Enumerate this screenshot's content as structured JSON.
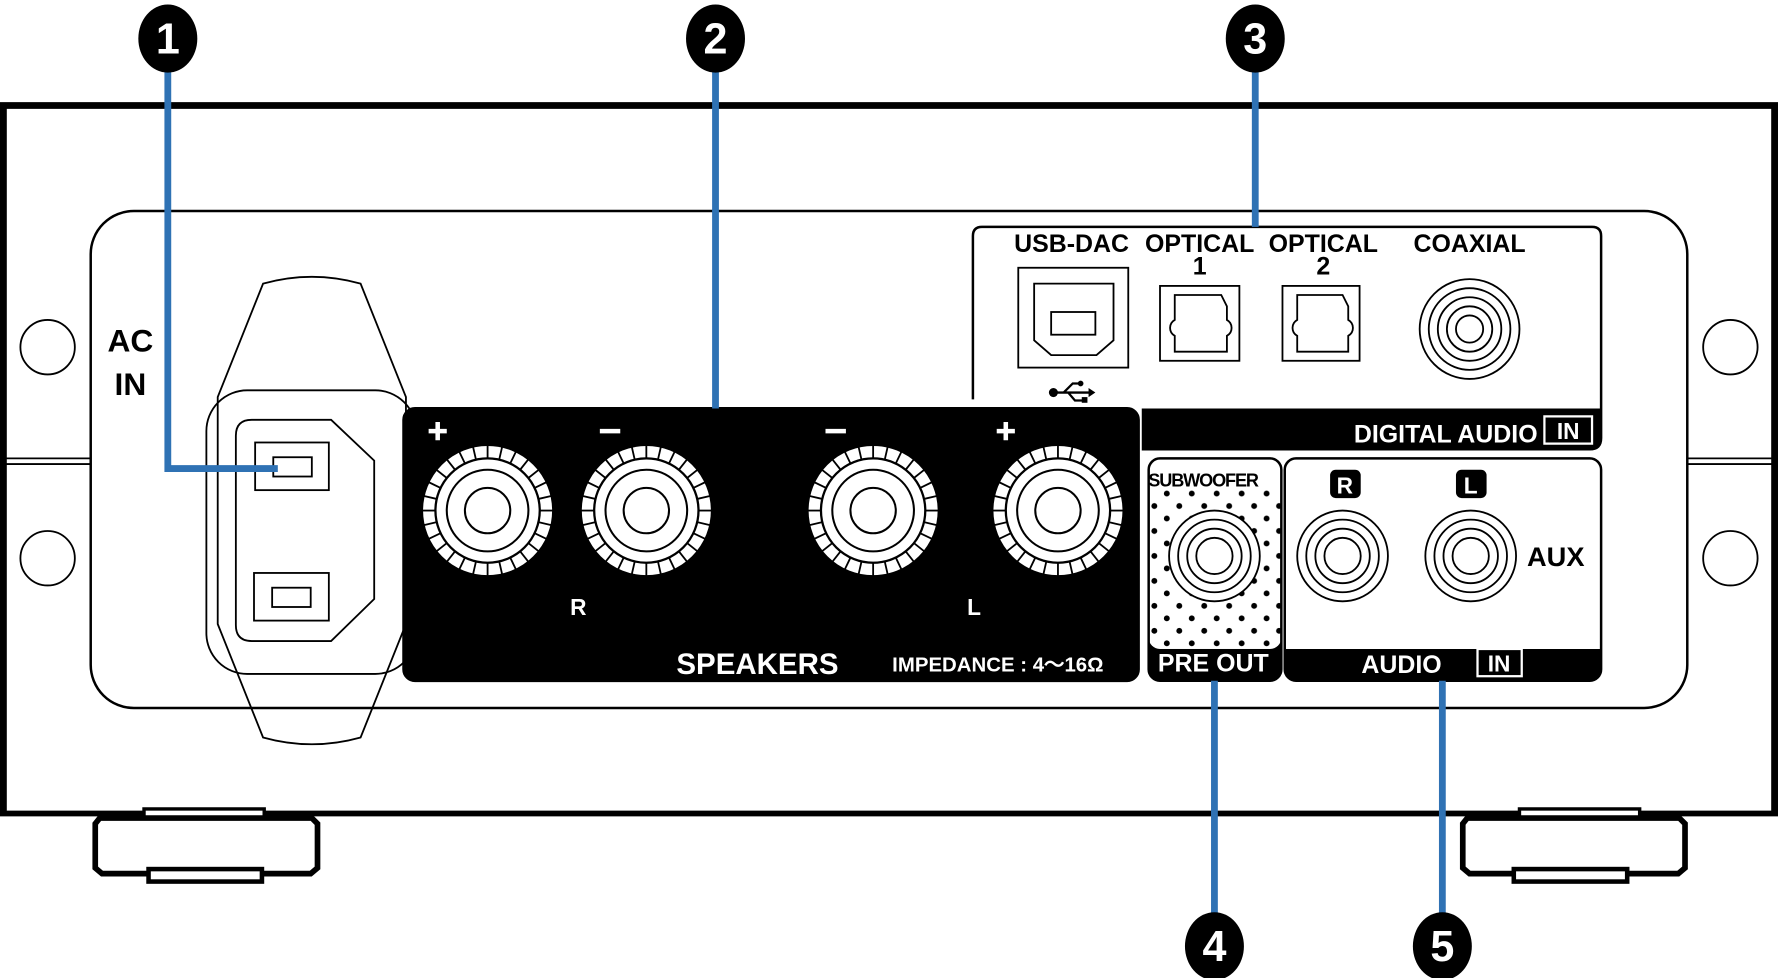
{
  "diagram": {
    "title_hidden": null,
    "callouts": [
      {
        "number": "1",
        "target": "AC IN"
      },
      {
        "number": "2",
        "target": "SPEAKERS"
      },
      {
        "number": "3",
        "target": "DIGITAL AUDIO IN"
      },
      {
        "number": "4",
        "target": "PRE OUT"
      },
      {
        "number": "5",
        "target": "AUDIO IN"
      }
    ],
    "ac_in": {
      "line1": "AC",
      "line2": "IN"
    },
    "speakers": {
      "label": "SPEAKERS",
      "impedance": "IMPEDANCE : 4～16Ω",
      "channel_right": "R",
      "channel_left": "L",
      "plus": "+",
      "minus": "−"
    },
    "digital_audio": {
      "usb_label": "USB-DAC",
      "optical1_label": "OPTICAL",
      "optical1_num": "1",
      "optical2_label": "OPTICAL",
      "optical2_num": "2",
      "coaxial_label": "COAXIAL",
      "section_label": "DIGITAL AUDIO",
      "in_badge": "IN"
    },
    "pre_out": {
      "subwoofer_label": "SUBWOOFER",
      "section_label": "PRE OUT"
    },
    "audio_in": {
      "channel_right": "R",
      "channel_left": "L",
      "aux_label": "AUX",
      "section_label": "AUDIO",
      "in_badge": "IN"
    },
    "colors": {
      "callout_line": "#2f72b4",
      "ink": "#000000"
    }
  }
}
